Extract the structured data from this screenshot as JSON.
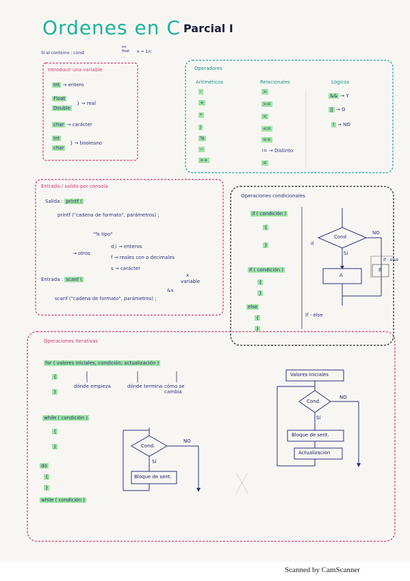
{
  "title": {
    "main": "Ordenes en C",
    "sub": "Parcial I"
  },
  "formula": {
    "left": "Si el contorno : const",
    "frac_top": "int\nfloat",
    "frac_bottom": "...",
    "right": "x = 1/c"
  },
  "sec_variable": {
    "heading": "Introducir una variable",
    "rows": [
      {
        "kw": "Int",
        "desc": "→ entero"
      },
      {
        "kw": "Float",
        "kw2": "Double",
        "desc": "} → real"
      },
      {
        "kw": "char",
        "desc": "→ carácter"
      },
      {
        "kw": "Int",
        "kw2": "char",
        "desc": "} → booleano"
      }
    ]
  },
  "sec_operadores": {
    "heading": "Operadores",
    "col_arit": "Aritméticos",
    "col_rel": "Relacionales",
    "col_log": "Lógicos",
    "arit": [
      "-",
      "+",
      "*",
      "/",
      "%",
      "--",
      "++"
    ],
    "rel": [
      ">",
      ">=",
      "<",
      "<=",
      "==",
      "!= → Distinto",
      "="
    ],
    "log": [
      {
        "op": "&&",
        "desc": "→ Y"
      },
      {
        "op": "||",
        "desc": "→ O"
      },
      {
        "op": "!",
        "desc": "→ NO"
      }
    ]
  },
  "sec_io": {
    "heading": "Entrada / salida por consola",
    "salida_label": "Salida :",
    "salida_kw": "printf (",
    "printf_line": "printf (\"cadena de formato\", parámetros) ;",
    "tipos": "\"% tipo\"",
    "otros": "→ otros",
    "d_line": "d,i → enteros",
    "f_line": "f → reales con o decimales",
    "s_line": "s → carácter",
    "entrada_label": "Entrada :",
    "entrada_kw": "scanf (",
    "var_note": "x",
    "var_note2": "variable",
    "amp": "&x",
    "scanf_line": "scanf (\"cadena de formato\", parámetros) ;"
  },
  "sec_cond": {
    "heading": "Operaciones condicionales",
    "if1": "if ( condición )",
    "brace1": "{",
    "brace2": "}",
    "if_label": "if",
    "if2": "if ( condición )",
    "brace3": "{",
    "brace4": "}",
    "else": "else",
    "brace5": "{",
    "brace6": "}",
    "ifelse_label": "if - else",
    "cond_label": "Cond",
    "no_label": "NO",
    "si_label": "Sí",
    "box_a": "A",
    "box_b": "B",
    "ifelse_label2": "if - else"
  },
  "sec_iter": {
    "heading": "Operaciones iterativas",
    "for_line": "for ( valores iniciales; condición; actualización )",
    "brace1": "{",
    "brace2": "}",
    "note1": "dónde empieza",
    "note2": "dónde termina",
    "note3": "cómo se cambia",
    "while_line": "while ( condición )",
    "brace3": "{",
    "brace4": "}",
    "do_label": "do",
    "brace5": "{",
    "brace6": "}",
    "while2": "while ( condición )",
    "fc1_init": "Valores iniciales",
    "fc1_cond": "Cond.",
    "fc1_no": "NO",
    "fc1_si": "Sí",
    "fc1_body": "Bloque de sent.",
    "fc1_upd": "Actualización",
    "fc2_cond": "Cond.",
    "fc2_no": "NO",
    "fc2_si": "Sí",
    "fc2_body": "Bloque de sent."
  },
  "footer": "Scanned by CamScanner"
}
